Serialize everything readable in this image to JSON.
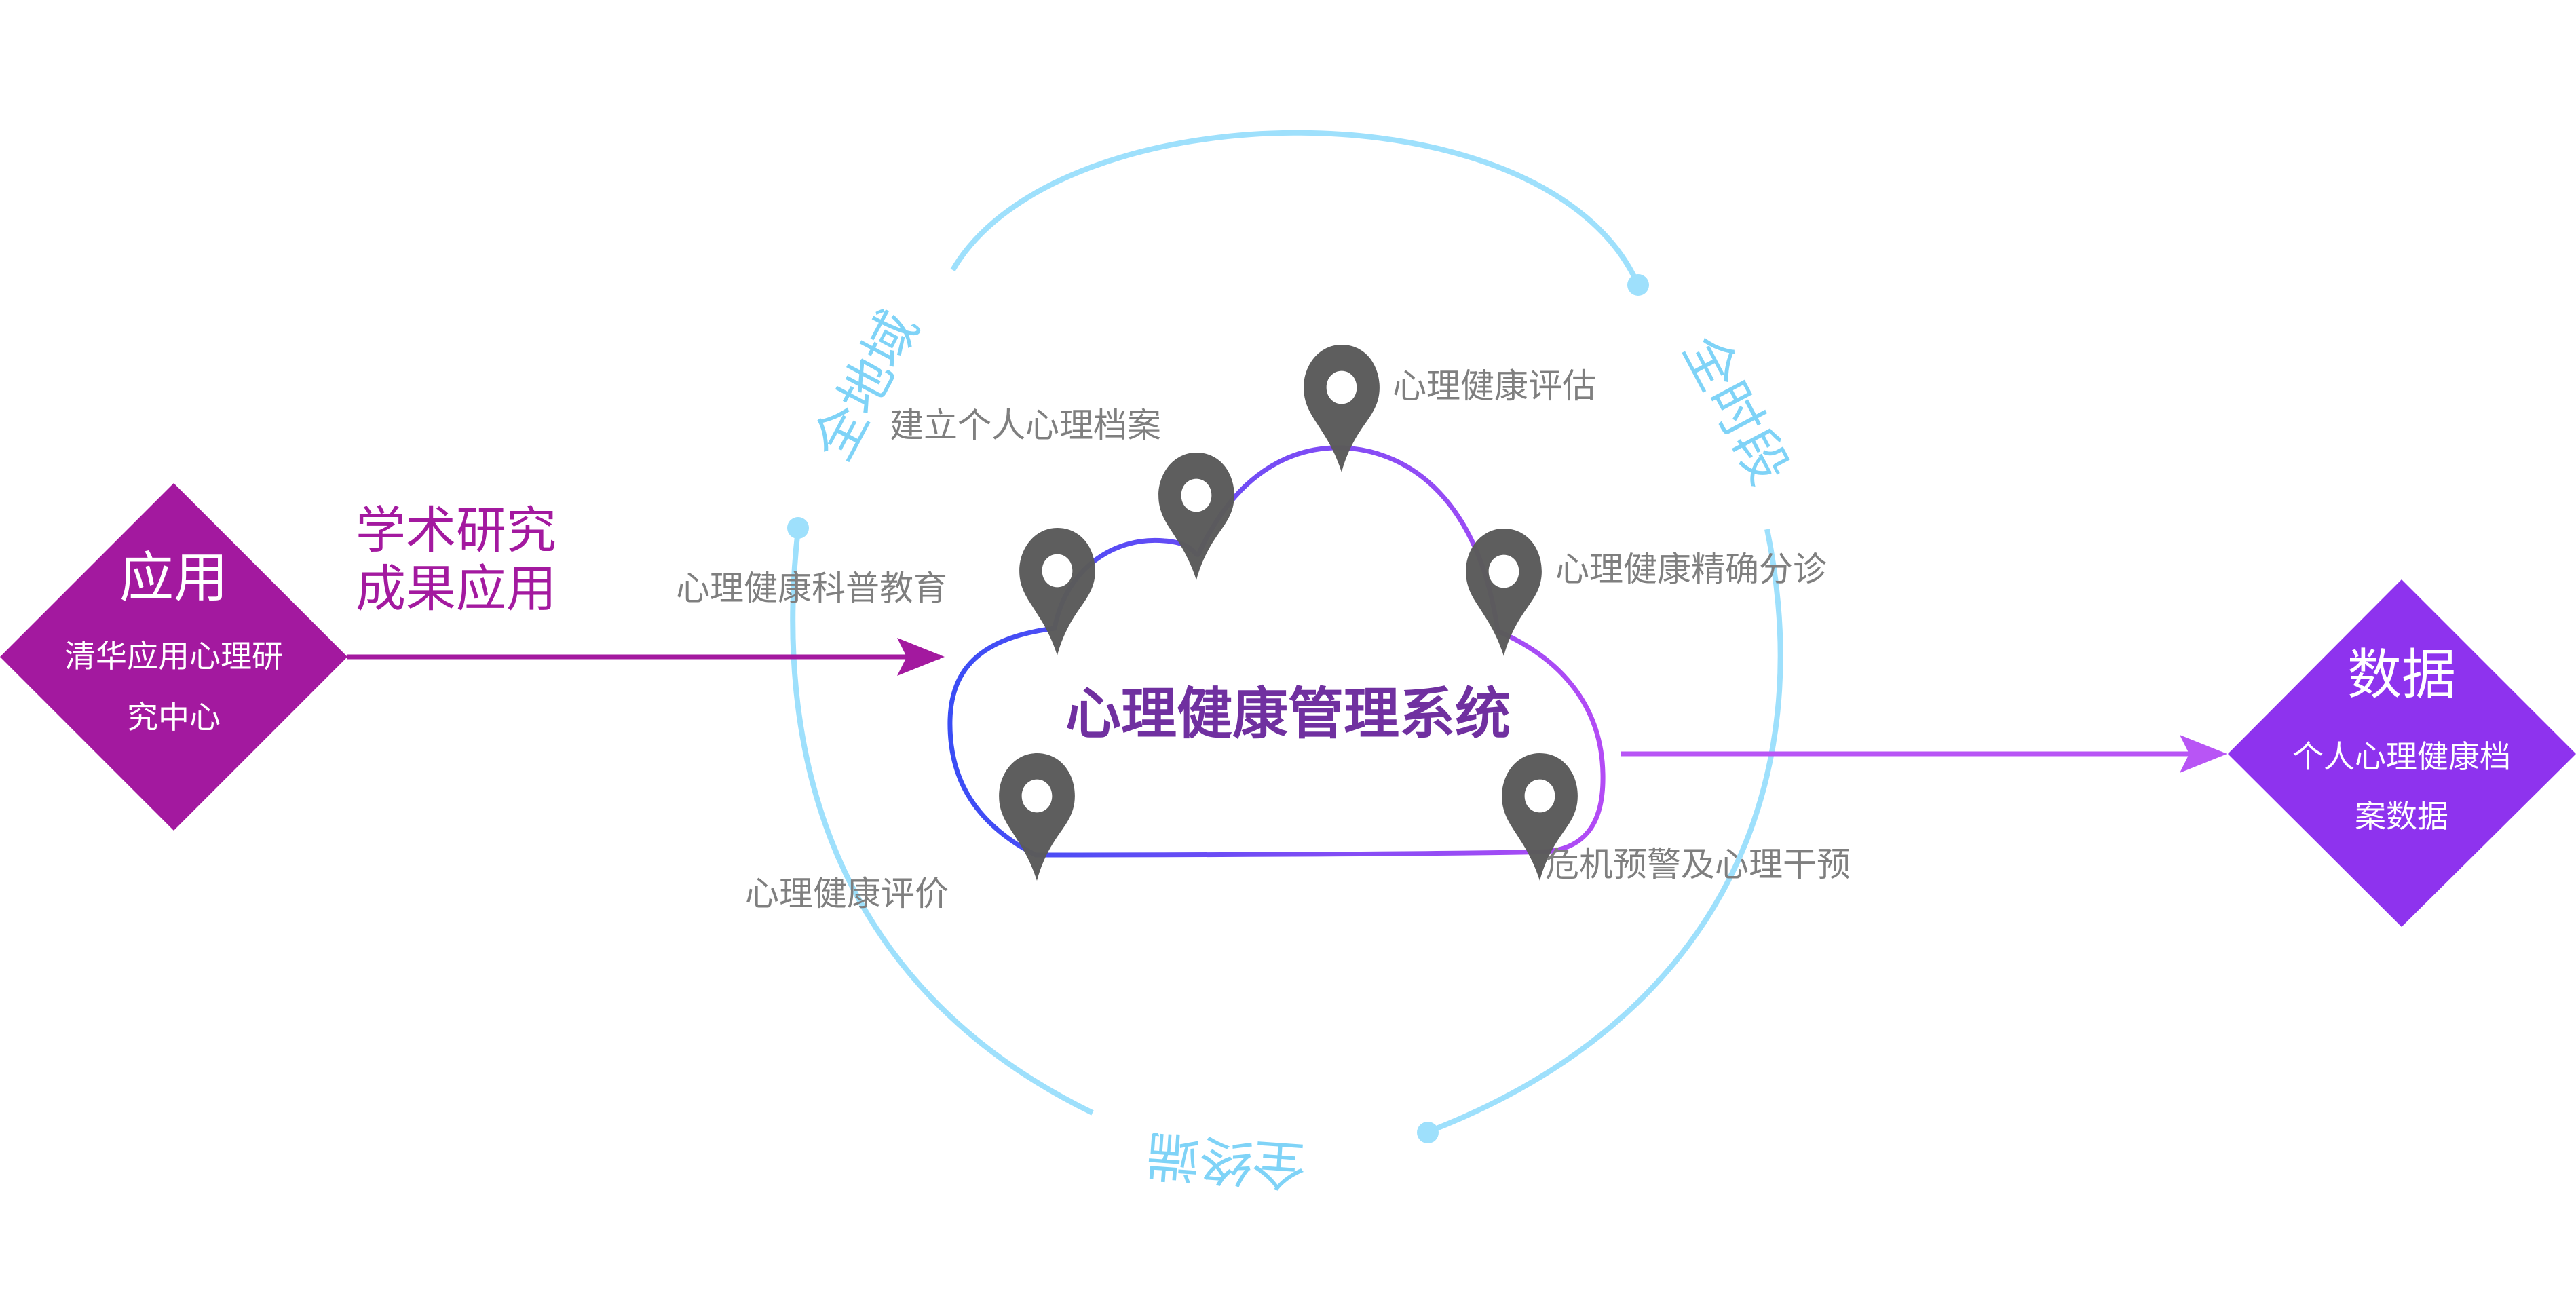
{
  "colors": {
    "left_diamond": "#A3199F",
    "right_diamond": "#8E33EE",
    "left_arrow": "#A3199F",
    "right_arrow": "#B855F5",
    "ring": "#9EE0FC",
    "ring_text": "#7FD3F7",
    "cloud_start": "#3A4DF5",
    "cloud_end": "#B34BF5",
    "pin": "#5B5B5B",
    "label": "#7F7F7F",
    "title": "#7030A0"
  },
  "left_node": {
    "title": "应用",
    "subtitle_line1": "清华应用心理研",
    "subtitle_line2": "究中心"
  },
  "left_arrow_label": {
    "line1": "学术研究",
    "line2": "成果应用"
  },
  "right_node": {
    "title": "数据",
    "subtitle_line1": "个人心理健康档",
    "subtitle_line2": "案数据"
  },
  "center": {
    "title": "心理健康管理系统"
  },
  "ring_labels": {
    "top_left": "全地域",
    "top_right": "全时段",
    "bottom": "全终端"
  },
  "pins": [
    {
      "icon": "map-pin-icon",
      "label": "心理健康科普教育"
    },
    {
      "icon": "map-pin-icon",
      "label": "建立个人心理档案"
    },
    {
      "icon": "map-pin-icon",
      "label": "心理健康评估"
    },
    {
      "icon": "map-pin-icon",
      "label": "心理健康精确分诊"
    },
    {
      "icon": "map-pin-icon",
      "label": "心理健康评价"
    },
    {
      "icon": "map-pin-icon",
      "label": "危机预警及心理干预"
    }
  ]
}
